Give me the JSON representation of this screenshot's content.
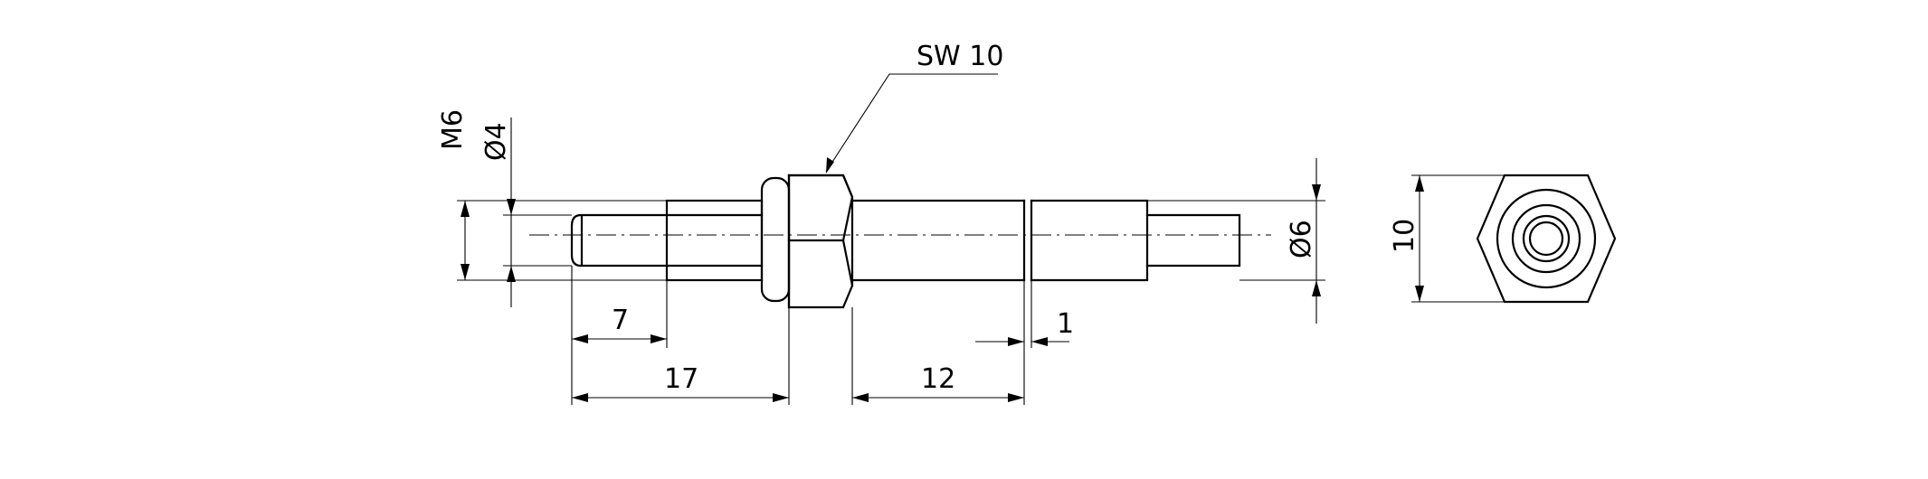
{
  "drawing": {
    "callout_wrench": "SW 10",
    "dim_thread": "M6",
    "dim_pin_diameter": "Ø4",
    "dim_body_diameter": "Ø6",
    "dim_across_flats": "10",
    "dim_pin_length": "7",
    "dim_pin_to_nut": "17",
    "dim_nut_to_groove": "12",
    "dim_groove_width": "1"
  }
}
